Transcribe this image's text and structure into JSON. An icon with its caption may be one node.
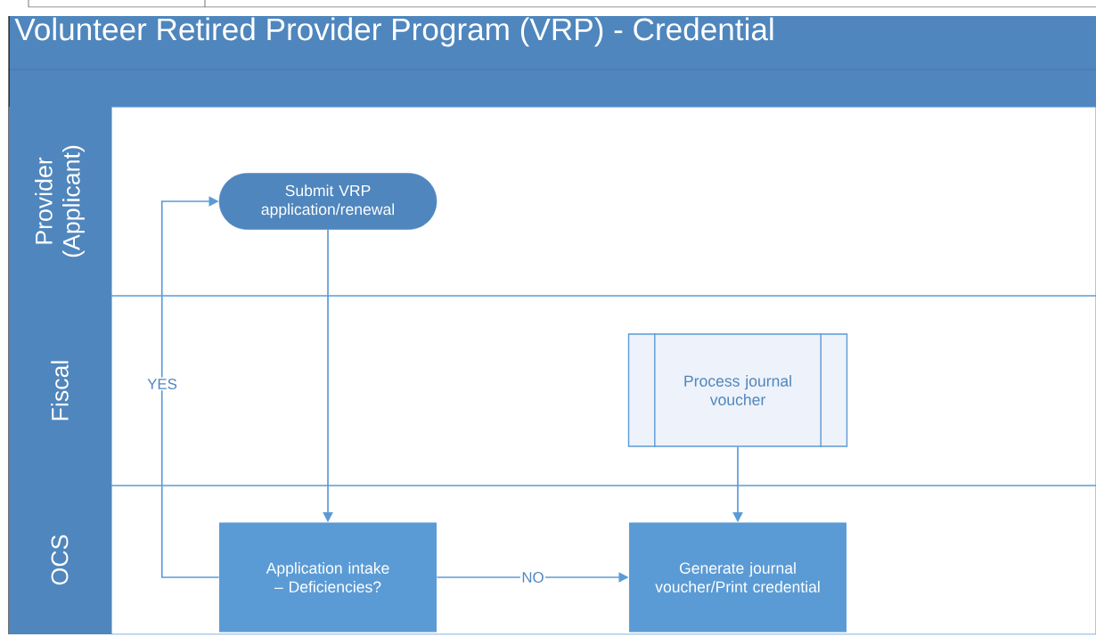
{
  "diagram": {
    "title": "Volunteer Retired Provider Program (VRP) - Credential",
    "nodes": [
      {
        "text": [
          "Provider (Applicant)"
        ]
      },
      {
        "text": [
          "Fiscal"
        ]
      },
      {
        "text": [
          "OCS"
        ]
      },
      {
        "text": [
          "Submit VRP application/renewal"
        ],
        "in": 0
      },
      {
        "text": [
          "Process journal voucher"
        ],
        "in": 1
      },
      {
        "text": [
          "Application intake – Deficiencies?"
        ],
        "in": 2
      },
      {
        "text": [
          "Generate journal voucher/Print credential"
        ],
        "in": 2
      }
    ],
    "edges": [
      {
        "from": 3,
        "to": 5,
        "arrow": "to"
      },
      {
        "from": 5,
        "to": 3,
        "arrow": "to",
        "label": "YES"
      },
      {
        "from": 5,
        "to": 6,
        "arrow": "to",
        "label": "NO"
      },
      {
        "from": 4,
        "to": 6,
        "arrow": "to"
      }
    ]
  }
}
